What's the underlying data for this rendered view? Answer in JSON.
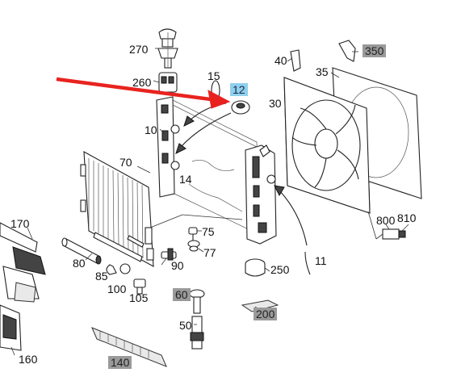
{
  "callouts": [
    {
      "id": "c270",
      "text": "270",
      "style": "plain"
    },
    {
      "id": "c260",
      "text": "260",
      "style": "plain"
    },
    {
      "id": "c15",
      "text": "15",
      "style": "plain"
    },
    {
      "id": "c12",
      "text": "12",
      "style": "blue"
    },
    {
      "id": "c10",
      "text": "10",
      "style": "plain"
    },
    {
      "id": "c14",
      "text": "14",
      "style": "plain"
    },
    {
      "id": "c70",
      "text": "70",
      "style": "plain"
    },
    {
      "id": "c40",
      "text": "40",
      "style": "plain"
    },
    {
      "id": "c35",
      "text": "35",
      "style": "plain"
    },
    {
      "id": "c350",
      "text": "350",
      "style": "gray"
    },
    {
      "id": "c30",
      "text": "30",
      "style": "plain"
    },
    {
      "id": "c170",
      "text": "170",
      "style": "plain"
    },
    {
      "id": "c75",
      "text": "75",
      "style": "plain"
    },
    {
      "id": "c77",
      "text": "77",
      "style": "plain"
    },
    {
      "id": "c80",
      "text": "80",
      "style": "plain"
    },
    {
      "id": "c90",
      "text": "90",
      "style": "plain"
    },
    {
      "id": "c85",
      "text": "85",
      "style": "plain"
    },
    {
      "id": "c100",
      "text": "100",
      "style": "plain"
    },
    {
      "id": "c105",
      "text": "105",
      "style": "plain"
    },
    {
      "id": "c250",
      "text": "250",
      "style": "plain"
    },
    {
      "id": "c800",
      "text": "800",
      "style": "plain"
    },
    {
      "id": "c810",
      "text": "810",
      "style": "plain"
    },
    {
      "id": "c11",
      "text": "11",
      "style": "plain"
    },
    {
      "id": "c60",
      "text": "60",
      "style": "gray"
    },
    {
      "id": "c200",
      "text": "200",
      "style": "gray"
    },
    {
      "id": "c50",
      "text": "50",
      "style": "plain"
    },
    {
      "id": "c160",
      "text": "160",
      "style": "plain"
    },
    {
      "id": "c140",
      "text": "140",
      "style": "gray"
    }
  ],
  "colors": {
    "pointer_arrow": "#e8231f",
    "highlight_blue": "#8fd0ee",
    "highlight_gray": "#9a9a9a",
    "line": "#222222"
  }
}
